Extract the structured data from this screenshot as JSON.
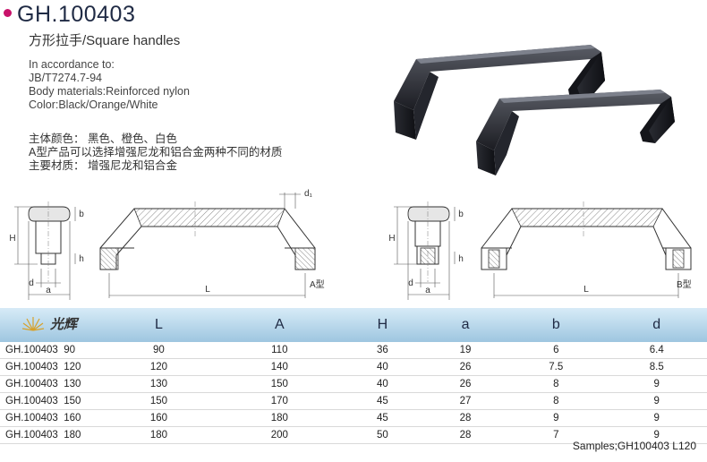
{
  "header": {
    "title": "GH.100403",
    "subtitle": "方形拉手/Square handles"
  },
  "specs": [
    "In accordance to:",
    "JB/T7274.7-94",
    "Body materials:Reinforced nylon",
    "Color:Black/Orange/White"
  ],
  "notes_cn": [
    "主体颜色：  黑色、橙色、白色",
    "A型产品可以选择增强尼龙和铝合金两种不同的材质",
    "主要材质：  增强尼龙和铝合金"
  ],
  "drawing_a": {
    "labels": {
      "b": "b",
      "H": "H",
      "h": "h",
      "d": "d",
      "a": "a",
      "L": "L",
      "d1": "d₁",
      "type": "A型"
    }
  },
  "drawing_b": {
    "labels": {
      "b": "b",
      "H": "H",
      "h": "h",
      "d": "d",
      "a": "a",
      "L": "L",
      "type": "B型"
    }
  },
  "table": {
    "brand": "光辉",
    "columns": [
      "L",
      "A",
      "H",
      "a",
      "b",
      "d"
    ],
    "rows": [
      {
        "model": "GH.100403",
        "size": "90",
        "L": "90",
        "A": "110",
        "H": "36",
        "a": "19",
        "b": "6",
        "d": "6.4"
      },
      {
        "model": "GH.100403",
        "size": "120",
        "L": "120",
        "A": "140",
        "H": "40",
        "a": "26",
        "b": "7.5",
        "d": "8.5"
      },
      {
        "model": "GH.100403",
        "size": "130",
        "L": "130",
        "A": "150",
        "H": "40",
        "a": "26",
        "b": "8",
        "d": "9"
      },
      {
        "model": "GH.100403",
        "size": "150",
        "L": "150",
        "A": "170",
        "H": "45",
        "a": "27",
        "b": "8",
        "d": "9"
      },
      {
        "model": "GH.100403",
        "size": "160",
        "L": "160",
        "A": "180",
        "H": "45",
        "a": "28",
        "b": "9",
        "d": "9"
      },
      {
        "model": "GH.100403",
        "size": "180",
        "L": "180",
        "A": "200",
        "H": "50",
        "a": "28",
        "b": "7",
        "d": "9"
      }
    ]
  },
  "footer": {
    "samples": "Samples;GH100403  L120"
  },
  "colors": {
    "accent": "#c8126a",
    "header_top": "#d7ebf7",
    "header_bottom": "#9ec6e0",
    "product": "#1b1c22"
  }
}
